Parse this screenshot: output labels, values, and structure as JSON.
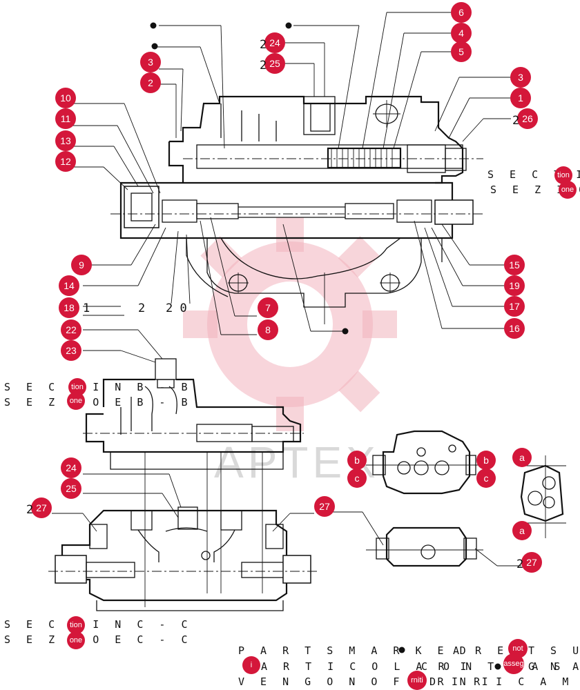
{
  "callouts": {
    "c6": "6",
    "c24a": "24",
    "c4": "4",
    "c25a": "25",
    "c5": "5",
    "c3a": "3",
    "c2": "2",
    "c3b": "3",
    "c1": "1",
    "c26": "26",
    "c10": "10",
    "c11": "11",
    "c13": "13",
    "c12": "12",
    "c9": "9",
    "c14": "14",
    "c18": "18",
    "c15": "15",
    "c19": "19",
    "c17": "17",
    "c16": "16",
    "c7": "7",
    "c8": "8",
    "c22": "22",
    "c23": "23",
    "c24b": "24",
    "c25b": "25",
    "c27a": "27",
    "c27b": "27",
    "c27c": "27",
    "ba": "b",
    "bb": "b",
    "ca": "c",
    "cb": "c",
    "aa": "a",
    "ab": "a",
    "tion_a": "tion",
    "one_a": "one",
    "tion_b": "tion",
    "one_b": "one",
    "tion_c": "tion",
    "one_c": "one",
    "i_badge": "i",
    "not_badge": "not",
    "asseg_badge": "asseg",
    "rniti_badge": "rniti"
  },
  "section_labels": {
    "a_en": "S E C T I",
    "a_it": "S E Z I O",
    "b_en": "S E C T I    N  B - B",
    "b_it": "S E Z I O    E  B - B",
    "c_en": "S E C T I    N    C - C",
    "c_it": "S E Z I O    E    C - C"
  },
  "partial_digits": {
    "d1": "1",
    "d2": "2",
    "d20": "2 0",
    "d21": "1",
    "d2b": "2",
    "d24": "2",
    "d25": "2",
    "d26": "2",
    "d27l": "2",
    "d27r": "2"
  },
  "notes": {
    "line1a": "P A R T S   M A R K E D",
    "line1b": "A R E",
    "line1c": "T   S U",
    "line2a": "A R T I C O L A R I",
    "line2b": "C O N T R A S",
    "line2c": "G N A",
    "line3a": "V E N G O N O   F O R N I",
    "line3b": "  D I   R I C A M B I"
  },
  "watermark": {
    "text": "APTEX"
  }
}
